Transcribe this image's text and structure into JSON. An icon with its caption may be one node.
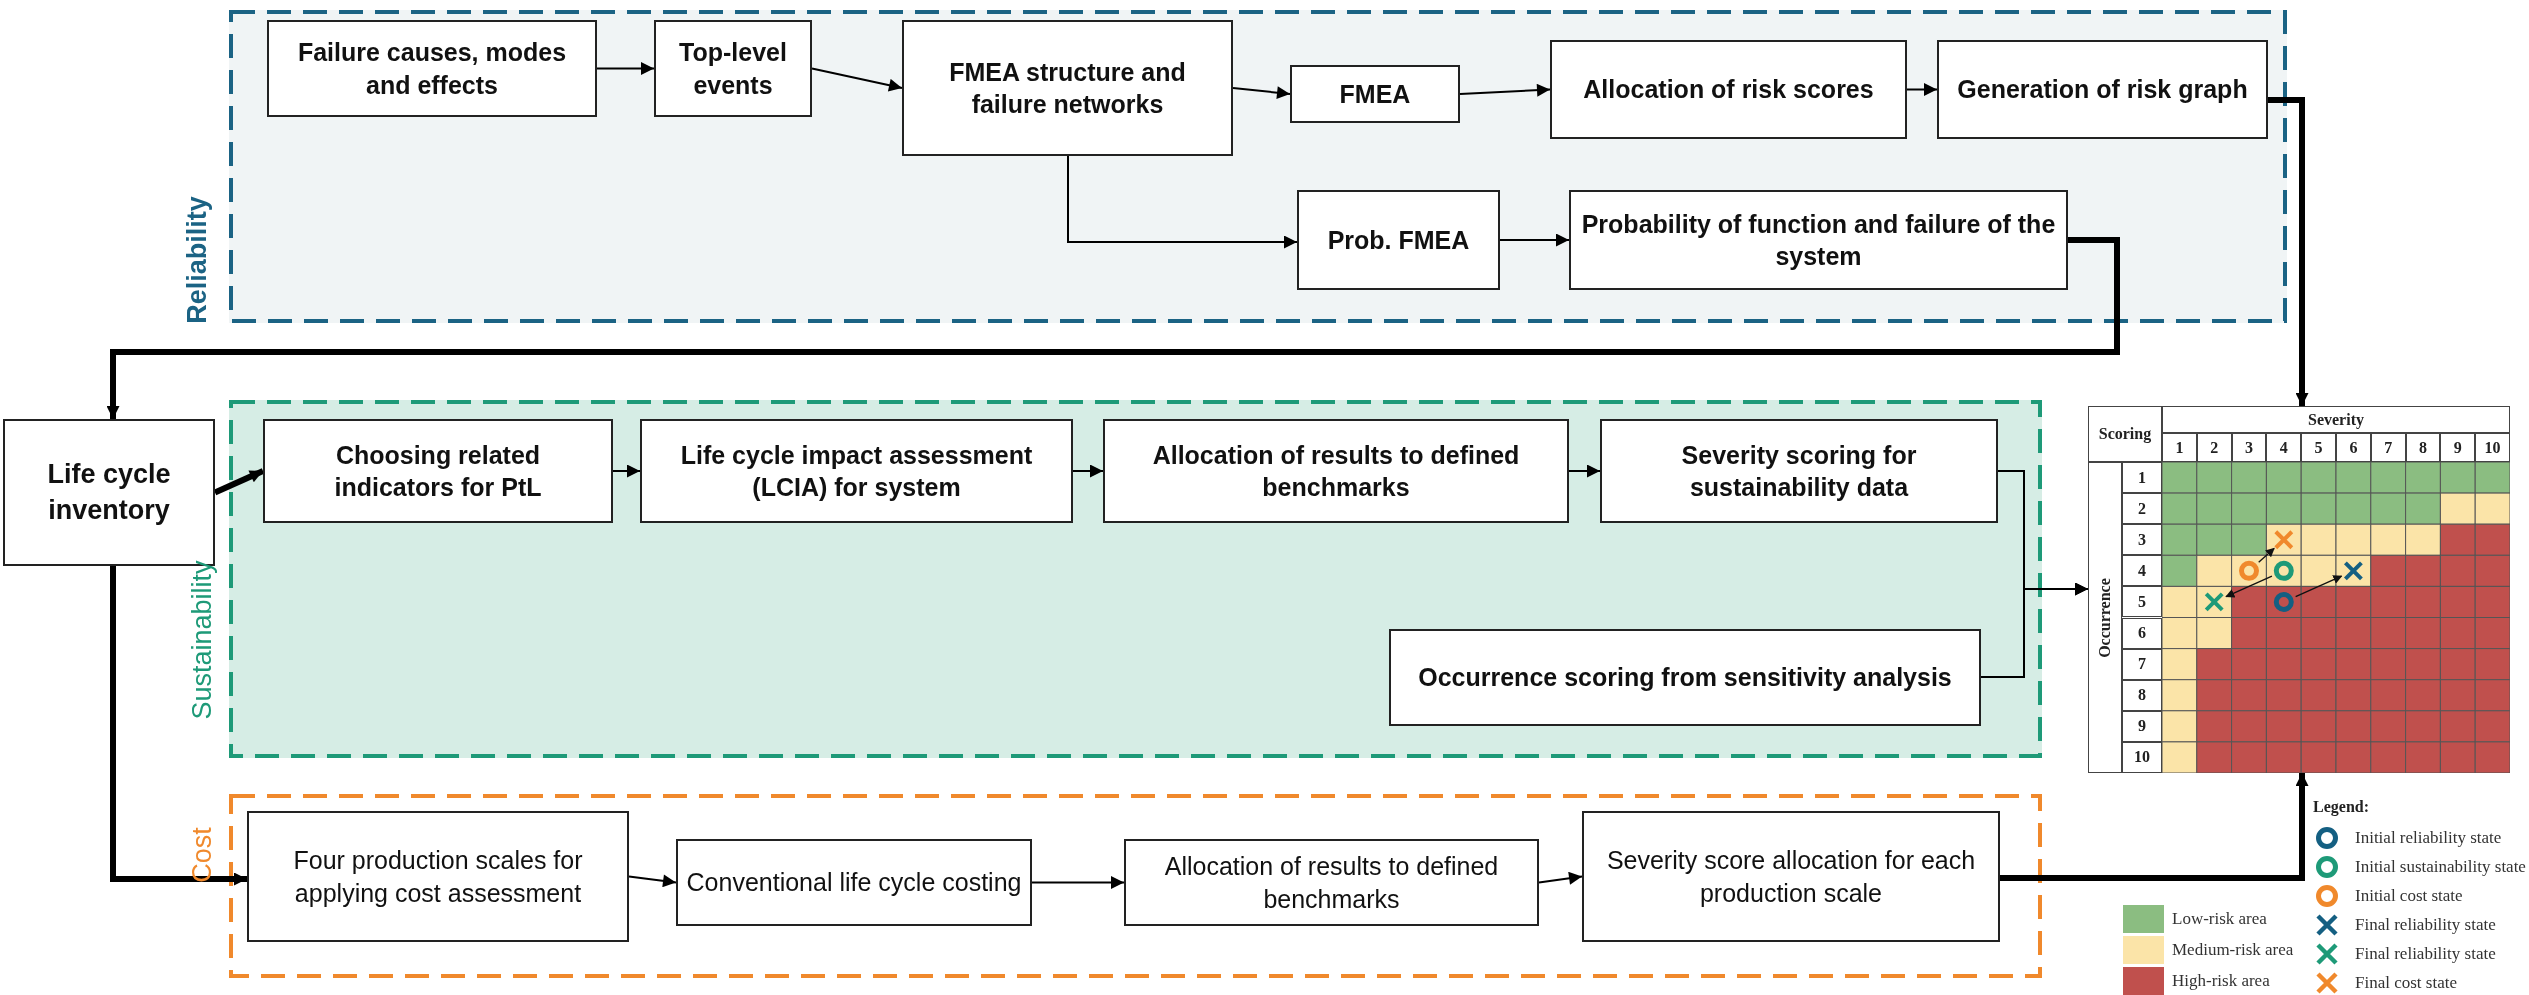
{
  "diagram": {
    "nodes": [
      {
        "text": [
          "Reliability"
        ]
      },
      {
        "text": [
          "Failure causes, modes and effects"
        ],
        "in": 0
      },
      {
        "text": [
          "Top-level events"
        ],
        "in": 0
      },
      {
        "text": [
          "FMEA structure and failure networks"
        ],
        "in": 0
      },
      {
        "text": [
          "FMEA"
        ],
        "in": 0
      },
      {
        "text": [
          "Allocation of risk scores"
        ],
        "in": 0
      },
      {
        "text": [
          "Generation of risk graph"
        ],
        "in": 0
      },
      {
        "text": [
          "Prob. FMEA"
        ],
        "in": 0
      },
      {
        "text": [
          "Probability of function and failure of the system"
        ],
        "in": 0
      },
      {
        "text": [
          "Life cycle inventory"
        ]
      },
      {
        "text": [
          "Sustainability"
        ]
      },
      {
        "text": [
          "Choosing related indicators for PtL"
        ],
        "in": 10
      },
      {
        "text": [
          "Life cycle impact assessment (LCIA) for system"
        ],
        "in": 10
      },
      {
        "text": [
          "Allocation of results to defined benchmarks"
        ],
        "in": 10
      },
      {
        "text": [
          "Severity scoring for sustainability data"
        ],
        "in": 10
      },
      {
        "text": [
          "Occurrence scoring from sensitivity analysis"
        ],
        "in": 10
      },
      {
        "text": [
          "Cost"
        ]
      },
      {
        "text": [
          "Four production scales for applying cost assessment"
        ],
        "in": 16
      },
      {
        "text": [
          "Conventional life cycle costing"
        ],
        "in": 16
      },
      {
        "text": [
          "Allocation of results to defined benchmarks"
        ],
        "in": 16
      },
      {
        "text": [
          "Severity score allocation for each production scale"
        ],
        "in": 16
      },
      {
        "text": [
          "Scoring",
          "Severity",
          "1",
          "2",
          "3",
          "4",
          "5",
          "6",
          "7",
          "8",
          "9",
          "10",
          "Occurrence",
          "1",
          "2",
          "3",
          "4",
          "5",
          "6",
          "7",
          "8",
          "9",
          "10"
        ]
      }
    ],
    "edges": [
      {
        "from": 1,
        "to": 2,
        "arrow": "to"
      },
      {
        "from": 2,
        "to": 3,
        "arrow": "to"
      },
      {
        "from": 3,
        "to": 4,
        "arrow": "to"
      },
      {
        "from": 4,
        "to": 5,
        "arrow": "to"
      },
      {
        "from": 5,
        "to": 6,
        "arrow": "to"
      },
      {
        "from": 3,
        "to": 7,
        "arrow": "to"
      },
      {
        "from": 7,
        "to": 8,
        "arrow": "to"
      },
      {
        "from": 6,
        "to": 21,
        "arrow": "to",
        "style": "thick"
      },
      {
        "from": 8,
        "to": 9,
        "arrow": "to",
        "style": "thick"
      },
      {
        "from": 9,
        "to": 11,
        "arrow": "to",
        "style": "thick"
      },
      {
        "from": 11,
        "to": 12,
        "arrow": "to"
      },
      {
        "from": 12,
        "to": 13,
        "arrow": "to"
      },
      {
        "from": 13,
        "to": 14,
        "arrow": "to"
      },
      {
        "from": 14,
        "to": 21,
        "arrow": "to"
      },
      {
        "from": 15,
        "to": 21,
        "arrow": "to"
      },
      {
        "from": 9,
        "to": 17,
        "arrow": "to",
        "style": "thick"
      },
      {
        "from": 17,
        "to": 18,
        "arrow": "to"
      },
      {
        "from": 18,
        "to": 19,
        "arrow": "to"
      },
      {
        "from": 19,
        "to": 20,
        "arrow": "to"
      },
      {
        "from": 20,
        "to": 21,
        "arrow": "to",
        "style": "thick"
      }
    ],
    "labels": [
      "Legend:"
    ],
    "legend": [
      {
        "text": "Low-risk area",
        "color": "#8bbd81"
      },
      {
        "text": "Medium-risk area",
        "color": "#fbe4a8"
      },
      {
        "text": "High-risk area",
        "color": "#c0504d"
      },
      {
        "text": "Initial reliability state"
      },
      {
        "text": "Initial sustainability state"
      },
      {
        "text": "Initial cost state"
      },
      {
        "text": "Final reliability state"
      },
      {
        "text": "Final reliability state"
      },
      {
        "text": "Final cost state"
      }
    ]
  }
}
